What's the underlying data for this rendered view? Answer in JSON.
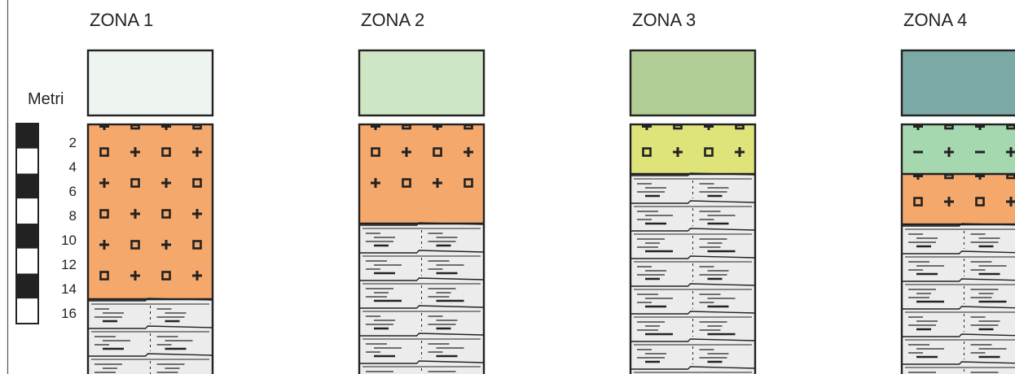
{
  "y_axis_label": "Metri",
  "scale_ticks": [
    "2",
    "4",
    "6",
    "8",
    "10",
    "12",
    "14",
    "16"
  ],
  "zones": [
    {
      "title": "ZONA 1",
      "top_color": "#eef5f1",
      "layers": [
        {
          "pattern": "granite",
          "color": "#f4a86c"
        },
        {
          "pattern": "shale",
          "color": "#ececec"
        }
      ]
    },
    {
      "title": "ZONA 2",
      "top_color": "#cfe6c4",
      "layers": [
        {
          "pattern": "granite",
          "color": "#f4a86c"
        },
        {
          "pattern": "shale",
          "color": "#ececec"
        }
      ]
    },
    {
      "title": "ZONA 3",
      "top_color": "#b2cc96",
      "layers": [
        {
          "pattern": "granite",
          "color": "#dfe47a"
        },
        {
          "pattern": "shale",
          "color": "#ececec"
        }
      ]
    },
    {
      "title": "ZONA 4",
      "top_color": "#7aa9a6",
      "layers": [
        {
          "pattern": "dashed-granite",
          "color": "#a6d8b0"
        },
        {
          "pattern": "granite",
          "color": "#f4a86c"
        },
        {
          "pattern": "shale",
          "color": "#ececec"
        }
      ]
    }
  ],
  "colors": {
    "outline": "#222222",
    "frame": "#555555"
  }
}
